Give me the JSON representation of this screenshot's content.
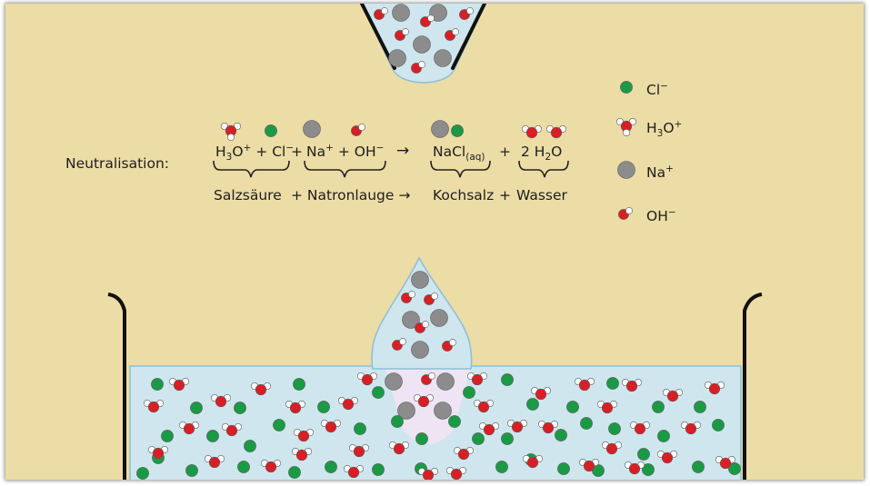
{
  "equation": {
    "label": "Neutralisation:",
    "reactant_acid": "H₃O⁺ + Cl⁻",
    "plus_1": "+",
    "reactant_base": "Na⁺ + OH⁻",
    "arrow": "→",
    "product_salt": "NaCl",
    "product_salt_state": "(aq)",
    "plus_2": "+",
    "product_water": "2 H₂O",
    "name_acid": "Salzsäure",
    "name_base": "+ Natronlauge →",
    "name_salt": "Kochsalz",
    "name_plus": "+",
    "name_water": "Wasser"
  },
  "legend": [
    {
      "key": "chloride",
      "label": "Cl⁻"
    },
    {
      "key": "hydronium",
      "label": "H₃O⁺"
    },
    {
      "key": "sodium",
      "label": "Na⁺"
    },
    {
      "key": "hydroxide",
      "label": "OH⁻"
    }
  ],
  "colors": {
    "background": "#ecdca6",
    "liquid": "#cfe6ee",
    "liquid_outline": "#8cbfd6",
    "chloride": "#1a9a45",
    "sodium": "#8c8c8c",
    "oxygen": "#d81f26",
    "hydrogen": "#ffffff",
    "reaction_zone": "#f2e6f3"
  }
}
